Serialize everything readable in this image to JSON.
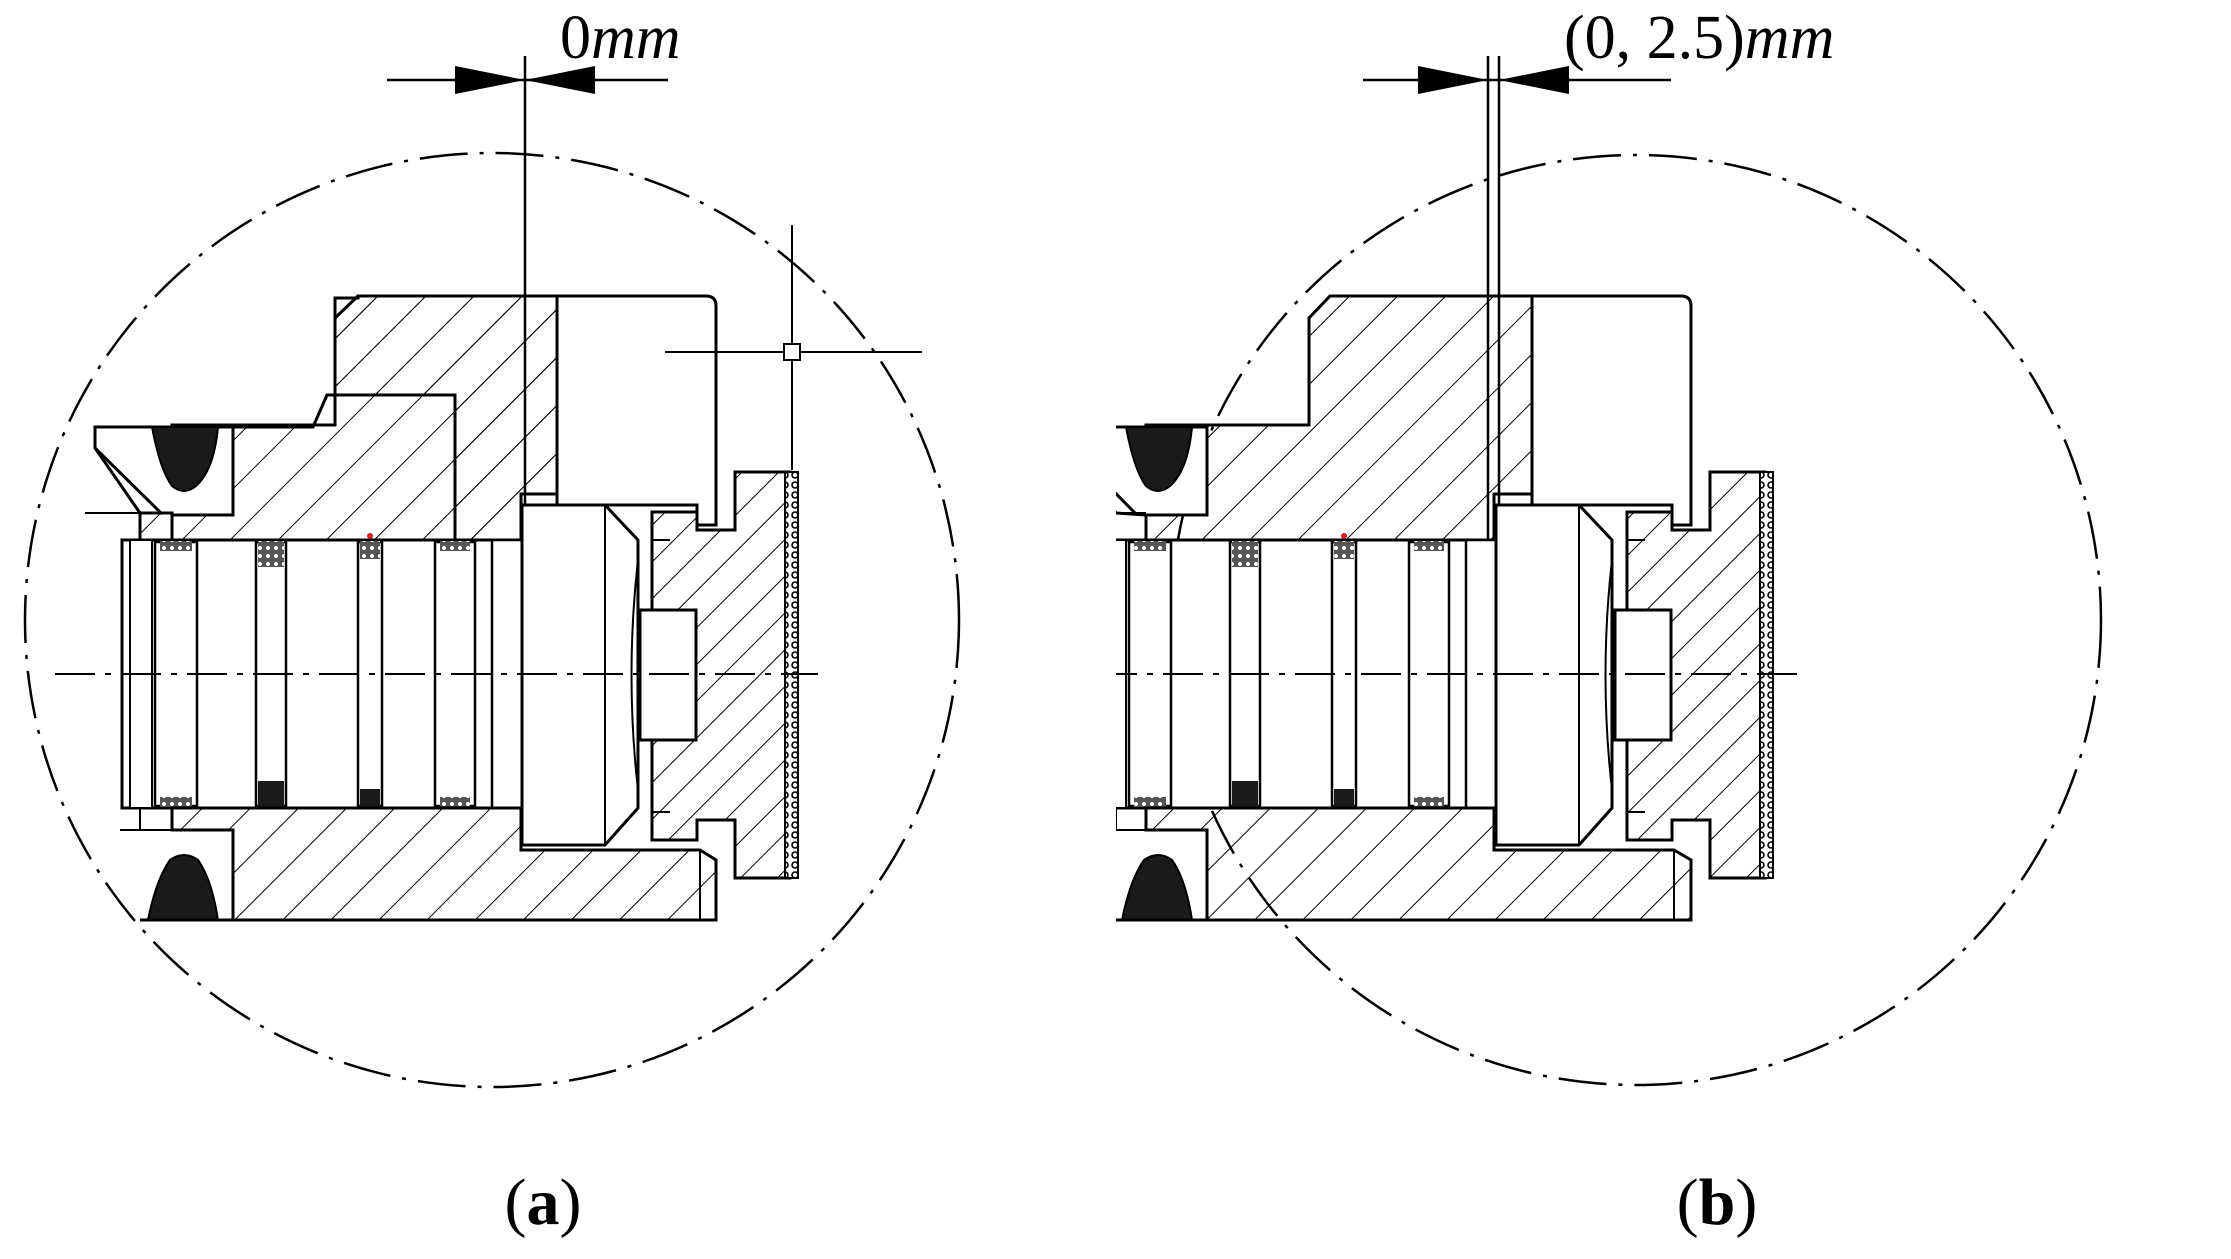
{
  "figure": {
    "panels": [
      {
        "id": "a",
        "dimension_value": "0",
        "dimension_unit": "mm",
        "caption_open": "(",
        "caption_letter": "a",
        "caption_close": ")"
      },
      {
        "id": "b",
        "dimension_value": "(0, 2.5)",
        "dimension_unit": "mm",
        "caption_open": "(",
        "caption_letter": "b",
        "caption_close": ")"
      }
    ]
  },
  "colors": {
    "line": "#000000",
    "seal_fill": "#111111",
    "marker": "#d0202a",
    "background": "#ffffff"
  }
}
